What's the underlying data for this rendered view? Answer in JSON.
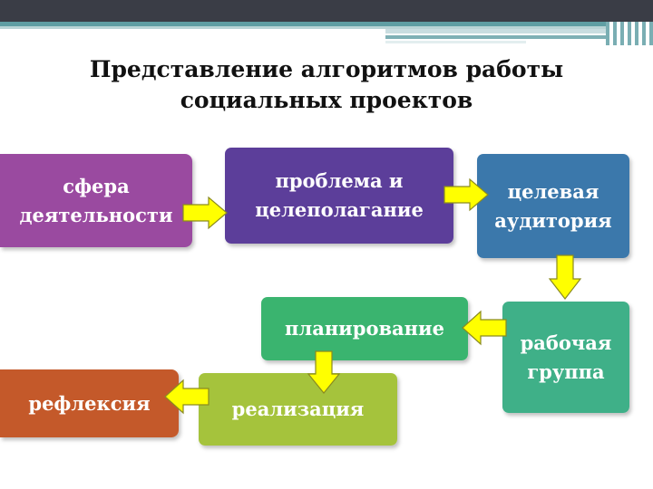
{
  "title": "Представление алгоритмов работы социальных проектов",
  "boxes": {
    "sfera": "сфера\nдеятельности",
    "problema": "проблема и\nцелеполагание",
    "celevaya": "целевая\nаудитория",
    "rabochaya": "рабочая\nгруппа",
    "planirovanie": "планирование",
    "realizaciya": "реализация",
    "refleksiya": "рефлексия"
  },
  "colors": {
    "sfera": "#9a4aa0",
    "problema": "#5c3e9a",
    "celevaya": "#3b78ab",
    "rabochaya": "#3fb088",
    "planirovanie": "#3ab46f",
    "realizaciya": "#a5c33c",
    "refleksiya": "#c4592a",
    "arrow_fill": "#ffff00",
    "arrow_stroke": "#8a8a20"
  }
}
